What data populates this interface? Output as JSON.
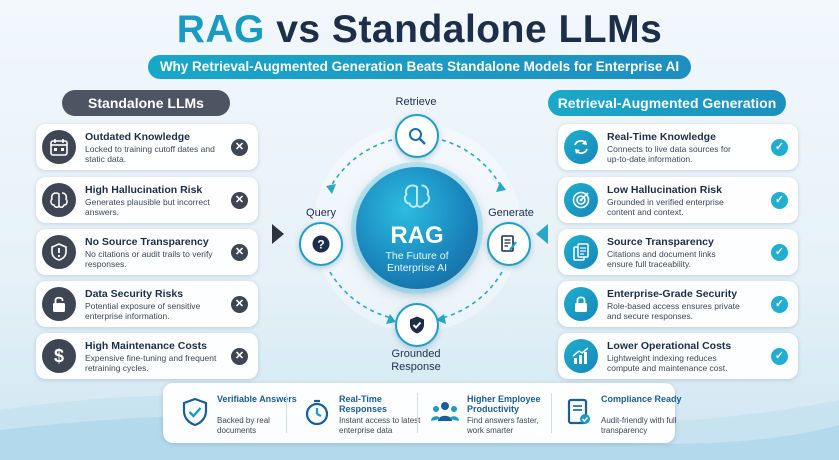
{
  "title": {
    "part1": "RAG",
    "part2": "vs Standalone LLMs"
  },
  "subtitle": "Why Retrieval-Augmented Generation Beats Standalone Models for Enterprise AI",
  "left": {
    "header": "Standalone LLMs",
    "items": [
      {
        "title": "Outdated Knowledge",
        "desc": "Locked to training cutoff dates and static data.",
        "icon": "calendar-icon",
        "mark": "✕"
      },
      {
        "title": "High Hallucination Risk",
        "desc": "Generates plausible but incorrect answers.",
        "icon": "brain-icon",
        "mark": "✕"
      },
      {
        "title": "No Source Transparency",
        "desc": "No citations or audit trails to verify responses.",
        "icon": "shield-alert-icon",
        "mark": "✕"
      },
      {
        "title": "Data Security Risks",
        "desc": "Potential exposure of sensitive enterprise information.",
        "icon": "lock-icon",
        "mark": "✕"
      },
      {
        "title": "High Maintenance Costs",
        "desc": "Expensive fine-tuning and frequent retraining cycles.",
        "icon": "dollar-icon",
        "mark": "✕"
      }
    ]
  },
  "right": {
    "header": "Retrieval-Augmented Generation",
    "items": [
      {
        "title": "Real-Time Knowledge",
        "desc": "Connects to live data sources for up-to-date information.",
        "icon": "refresh-icon",
        "mark": "✓"
      },
      {
        "title": "Low Hallucination Risk",
        "desc": "Grounded in verified enterprise content and context.",
        "icon": "target-icon",
        "mark": "✓"
      },
      {
        "title": "Source Transparency",
        "desc": "Citations and document links ensure full traceability.",
        "icon": "documents-icon",
        "mark": "✓"
      },
      {
        "title": "Enterprise-Grade Security",
        "desc": "Role-based access ensures private and secure responses.",
        "icon": "lock-icon",
        "mark": "✓"
      },
      {
        "title": "Lower Operational Costs",
        "desc": "Lightweight indexing reduces compute and maintenance cost.",
        "icon": "chart-up-icon",
        "mark": "✓"
      }
    ]
  },
  "cycle": {
    "retrieve": "Retrieve",
    "query": "Query",
    "generate": "Generate",
    "grounded": "Grounded",
    "response": "Response",
    "hub_title": "RAG",
    "hub_sub1": "The Future of",
    "hub_sub2": "Enterprise AI"
  },
  "bottom": [
    {
      "title": "Verifiable Answers",
      "desc": "Backed by real documents",
      "icon": "shield-check-icon"
    },
    {
      "title": "Real-Time Responses",
      "desc": "Instant access to latest enterprise data",
      "icon": "stopwatch-icon"
    },
    {
      "title": "Higher Employee Productivity",
      "desc": "Find answers faster, work smarter",
      "icon": "people-icon"
    },
    {
      "title": "Compliance Ready",
      "desc": "Audit-friendly with full transparency",
      "icon": "document-check-icon"
    }
  ],
  "colors": {
    "accent": "#1a9bc4",
    "dark": "#3f4653",
    "navy": "#1c2e4a"
  }
}
